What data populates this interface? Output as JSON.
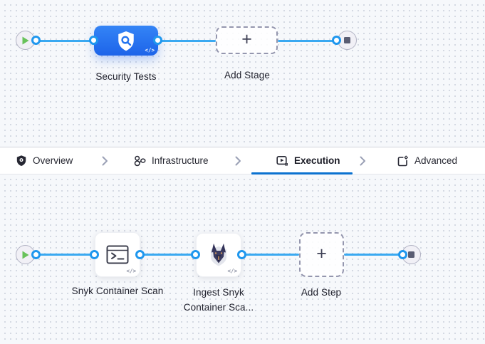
{
  "stage_editor": {
    "stage": {
      "label": "Security Tests",
      "icon": "security-shield-icon",
      "code_glyph": "</>"
    },
    "add_stage": {
      "label": "Add Stage",
      "plus": "+"
    }
  },
  "tabs": {
    "items": [
      {
        "label": "Overview",
        "icon": "shield-icon",
        "active": false
      },
      {
        "label": "Infrastructure",
        "icon": "infrastructure-icon",
        "active": false
      },
      {
        "label": "Execution",
        "icon": "execution-icon",
        "active": true
      },
      {
        "label": "Advanced",
        "icon": "advanced-icon",
        "active": false
      }
    ]
  },
  "execution_editor": {
    "steps": [
      {
        "label": "Snyk Container Scan",
        "icon": "terminal-icon",
        "code_glyph": "</>"
      },
      {
        "label": "Ingest Snyk Container Sca...",
        "icon": "snyk-dog-icon",
        "code_glyph": "</>"
      }
    ],
    "add_step": {
      "label": "Add Step",
      "plus": "+"
    }
  },
  "colors": {
    "wire_blue": "#3aa9f1",
    "connector_blue": "#1f97ee",
    "stage_blue": "#2574f0",
    "active_tab_underline": "#0b72d0",
    "play_green": "#68c25a",
    "canvas_bg": "#f6f8fb"
  }
}
